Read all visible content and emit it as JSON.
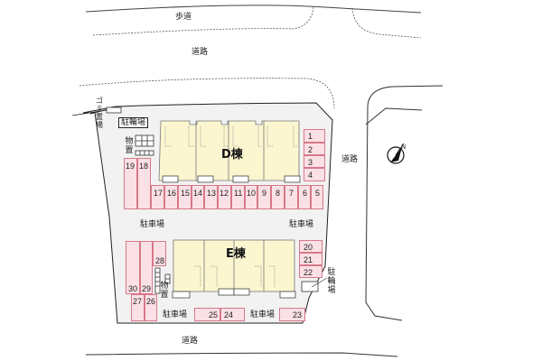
{
  "map": {
    "type": "site-plan",
    "labels": {
      "sidewalk": "歩道",
      "road_top": "道路",
      "road_right": "道路",
      "road_bottom": "道路",
      "building_d": "D棟",
      "building_e": "E棟",
      "parking_lot_left": "駐車場",
      "parking_lot_right": "駐車場",
      "parking_lot_bottom_left": "駐車場",
      "parking_lot_bottom_right": "駐車場",
      "garbage_area": "ゴミ置場",
      "bicycle_parking_top": "駐輪場",
      "bicycle_parking_right": "駐輪場",
      "storage_top": "物置",
      "storage_bottom": "物置",
      "compass": "N"
    },
    "parking_spaces": {
      "d_right_column": [
        "1",
        "2",
        "3",
        "4"
      ],
      "d_bottom_row": [
        "17",
        "16",
        "15",
        "14",
        "13",
        "12",
        "11",
        "10",
        "9",
        "8",
        "7",
        "6",
        "5"
      ],
      "d_left": [
        "19",
        "18"
      ],
      "e_right_column": [
        "20",
        "21",
        "22"
      ],
      "e_left": [
        "30",
        "29",
        "28",
        "27",
        "26"
      ],
      "e_bottom": [
        "25",
        "24",
        "23"
      ]
    },
    "colors": {
      "building_fill": "#fbf6cf",
      "parking_fill": "#fbe1e6",
      "parking_border": "#d7788a",
      "site_fill": "#f2f2f2",
      "line": "#333333"
    }
  }
}
